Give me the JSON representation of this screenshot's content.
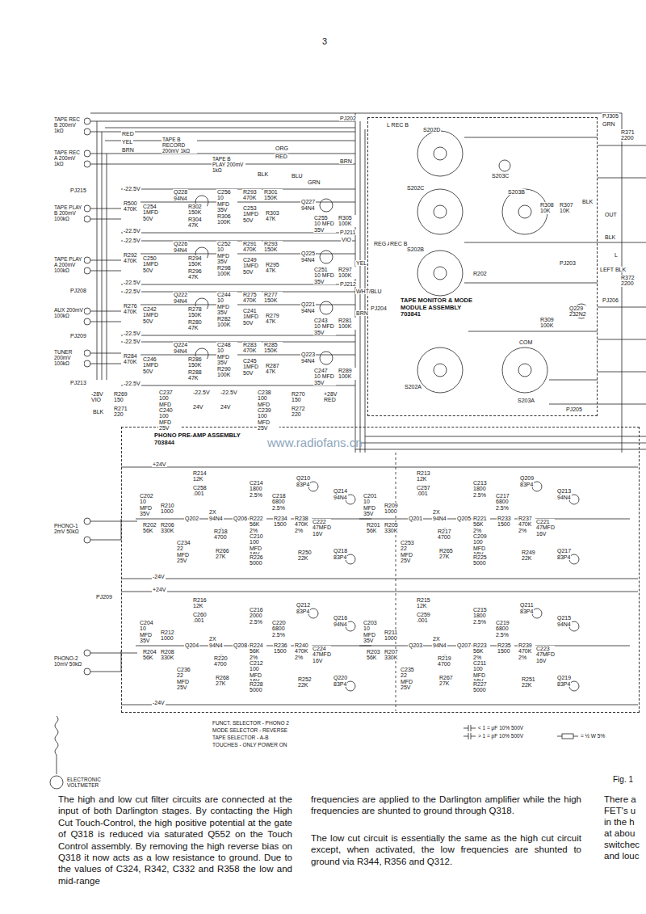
{
  "diagram": {
    "nodes": [
      {
        "text": [
          "TAPE MONITOR & MODE MODULE ASSEMBLY 703841"
        ]
      },
      {
        "text": [
          "PHONO PRE-AMP ASSEMBLY 703844"
        ]
      }
    ],
    "labels": [
      "3",
      "TAPE REC B 200mV 1kΩ",
      "TAPE REC A 200mV 1kΩ",
      "TAPE PLAY B 200mV 100kΩ",
      "TAPE PLAY A 200mV 100kΩ",
      "AUX 200mV 100kΩ",
      "TUNER 200mV 100kΩ",
      "PHONO-1 2mV 50kΩ",
      "PHONO-2 10mV 50kΩ",
      "TAPE B RECORD 200mV 1kΩ",
      "TAPE B PLAY 200mV 1kΩ",
      "PJ202",
      "L REC B",
      "S202D",
      "S203C",
      "S202C",
      "S203B",
      "R308 10K",
      "R307 10K",
      "S202B",
      "REG A",
      "REC B",
      "R202",
      "Q229 232N2",
      "R309 100K",
      "S202A",
      "S203A",
      "COM",
      "PJ205",
      "PJ203",
      "PJ206",
      "PJ305",
      "GRN",
      "R371 2200",
      "OUT",
      "BLK",
      "BLK",
      "L",
      "LEFT BLK",
      "R372 2200",
      "ORG",
      "RED",
      "BLK",
      "BLU",
      "GRN",
      "BRN",
      "YEL",
      "RED",
      "BRN",
      "PJ215",
      "PJ211",
      "VIO",
      "YEL",
      "PJ212",
      "WHT/BLU",
      "PJ204",
      "BRN",
      "PJ208",
      "PJ209",
      "PJ213",
      "-28V VIO",
      "BLK",
      "R269 150",
      "R271 220",
      "C237 100 MFD 25V",
      "C240 100 MFD 25V",
      "-22.5V",
      "-22.5V",
      "24V",
      "24V",
      "C238 100 MFD 25V",
      "C239 100 MFD 25V",
      "R270 150",
      "R272 220",
      "+28V RED",
      "+24V",
      "-24V",
      "+24V",
      "-24V",
      "PJ209",
      "FUNCT. SELECTOR - PHONO 2",
      "MODE SELECTOR - REVERSE",
      "TAPE SELECTOR - A-B",
      "TOUCHES - ONLY POWER ON",
      "ELECTRONIC VOLTMETER",
      "Fig. 1",
      "The high and low cut filter circuits are connected at the input of both Darlington stages. By contacting the High Cut Touch-Control, the high positive potential at the gate of Q318 is reduced via saturated Q552 on the Touch Control assembly. By removing the high reverse bias on Q318 it now acts as a low resistance to ground. Due to the values of C324, R342, C332 and R358 the low and mid-range",
      "frequencies are applied to the Darlington amplifier while the high frequencies are shunted to ground through Q318.",
      "The low cut circuit is essentially the same as the high cut circuit except, when activated, the low frequencies are shunted to ground via R344, R356 and Q312.",
      "There a",
      "FET's u",
      "in the h",
      "at abou",
      "switchec",
      "and louc",
      "www.radiofans.cn",
      "Q228",
      "94N4",
      "Q227",
      "94N4",
      "R500 470K",
      "C254 1MFD 50V",
      "R302 150K",
      "R304 47K",
      "C256 10 MFD 35V",
      "R306 100K",
      "R293 470K",
      "R301 150K",
      "C253 1MFD 50V",
      "R303 47K",
      "C255 10 MFD 35V",
      "R305 100K",
      "-22.5V",
      "-22.5V",
      "Q226",
      "94N4",
      "Q225",
      "94N4",
      "R292 470K",
      "C250 1MFD 50V",
      "R294 150K",
      "R296 47K",
      "C252 10 MFD 35V",
      "R298 100K",
      "R291 470K",
      "R293 150K",
      "C249 1MFD 50V",
      "R295 47K",
      "C251 10 MFD 35V",
      "R297 100K",
      "-22.5V",
      "-22.5V",
      "Q222",
      "94N4",
      "Q221",
      "94N4",
      "R276 470K",
      "C242 1MFD 50V",
      "R278 150K",
      "R280 47K",
      "C244 10 MFD 35V",
      "R282 100K",
      "R275 470K",
      "R277 150K",
      "C241 1MFD 50V",
      "R279 47K",
      "C243 10 MFD 35V",
      "R281 100K",
      "-22.5V",
      "-22.5V",
      "Q224",
      "94N4",
      "Q223",
      "94N4",
      "R284 470K",
      "C246 1MFD 50V",
      "R286 150K",
      "R288 47K",
      "C248 10 MFD 35V",
      "R290 100K",
      "R283 470K",
      "R285 150K",
      "C245 1MFD 50V",
      "R287 47K",
      "C247 10 MFD 35V",
      "R289 100K",
      "-22.5V",
      "-22.5V",
      "Q202",
      "2X",
      "94N4",
      "Q206",
      "Q210",
      "83P4",
      "Q214",
      "94N4",
      "Q218",
      "83P4",
      "R214 12K",
      "C258 .001",
      "C202 10 MFD 35V",
      "R202 56K",
      "R206 330K",
      "R210 1000",
      "R218 4700",
      "C234 22 MFD 25V",
      "R266 27K",
      "C214 1800 2.5%",
      "C218 6800 2.5%",
      "R222 56K 2%",
      "C210 100 MFD 16V",
      "R226 5000",
      "R234 1500",
      "R238 470K 2%",
      "C222 47MFD 16V",
      "R250 22K",
      "Q201",
      "2X",
      "94N4",
      "Q205",
      "Q209",
      "83P4",
      "Q213",
      "94N4",
      "Q217",
      "83P4",
      "R213 12K",
      "C257 .001",
      "C201 10 MFD 35V",
      "R201 56K",
      "R205 330K",
      "R209 1000",
      "R217 4700",
      "C253 22 MFD 25V",
      "R265 27K",
      "C213 1800 2.5%",
      "C217 6800 2.5%",
      "R221 56K 2%",
      "C209 100 MFD 16V",
      "R225 5000",
      "R233 1500",
      "R237 470K 2%",
      "C221 47MFD 16V",
      "R249 22K",
      "Q204",
      "2X",
      "94N4",
      "Q208",
      "Q212",
      "83P4",
      "Q216",
      "94N4",
      "Q220",
      "83P4",
      "R216 12K",
      "C260 .001",
      "C204 10 MFD 35V",
      "R204 56K",
      "R208 330K",
      "R212 1000",
      "R220 4700",
      "C236 22 MFD 25V",
      "R268 27K",
      "C216 2000 2.5%",
      "C220 6800 2.5%",
      "R224 56K 2%",
      "C212 100 MFD 16V",
      "R228 5000",
      "R236 1500",
      "R240 470K 2%",
      "C224 47MFD 16V",
      "R252 22K",
      "Q203",
      "2X",
      "94N4",
      "Q207",
      "Q211",
      "83P4",
      "Q215",
      "94N4",
      "Q219",
      "83P4",
      "R215 12K",
      "C259 .001",
      "C203 10 MFD 35V",
      "R203 56K",
      "R207 330K",
      "R211 1000",
      "R219 4700",
      "C235 22 MFD 25V",
      "R267 27K",
      "C215 1800 2.5%",
      "C219 6800 2.5%",
      "R223 56K 2%",
      "C211 100 MFD 16V",
      "R227 5000",
      "R235 1500",
      "R239 470K 2%",
      "C223 47MFD 16V",
      "R251 22K"
    ],
    "legend": [
      {
        "text": "< 1 = μF 10% 500V"
      },
      {
        "text": "> 1 = pF 10% 500V"
      },
      {
        "text": "= ½ W 5%"
      }
    ]
  }
}
